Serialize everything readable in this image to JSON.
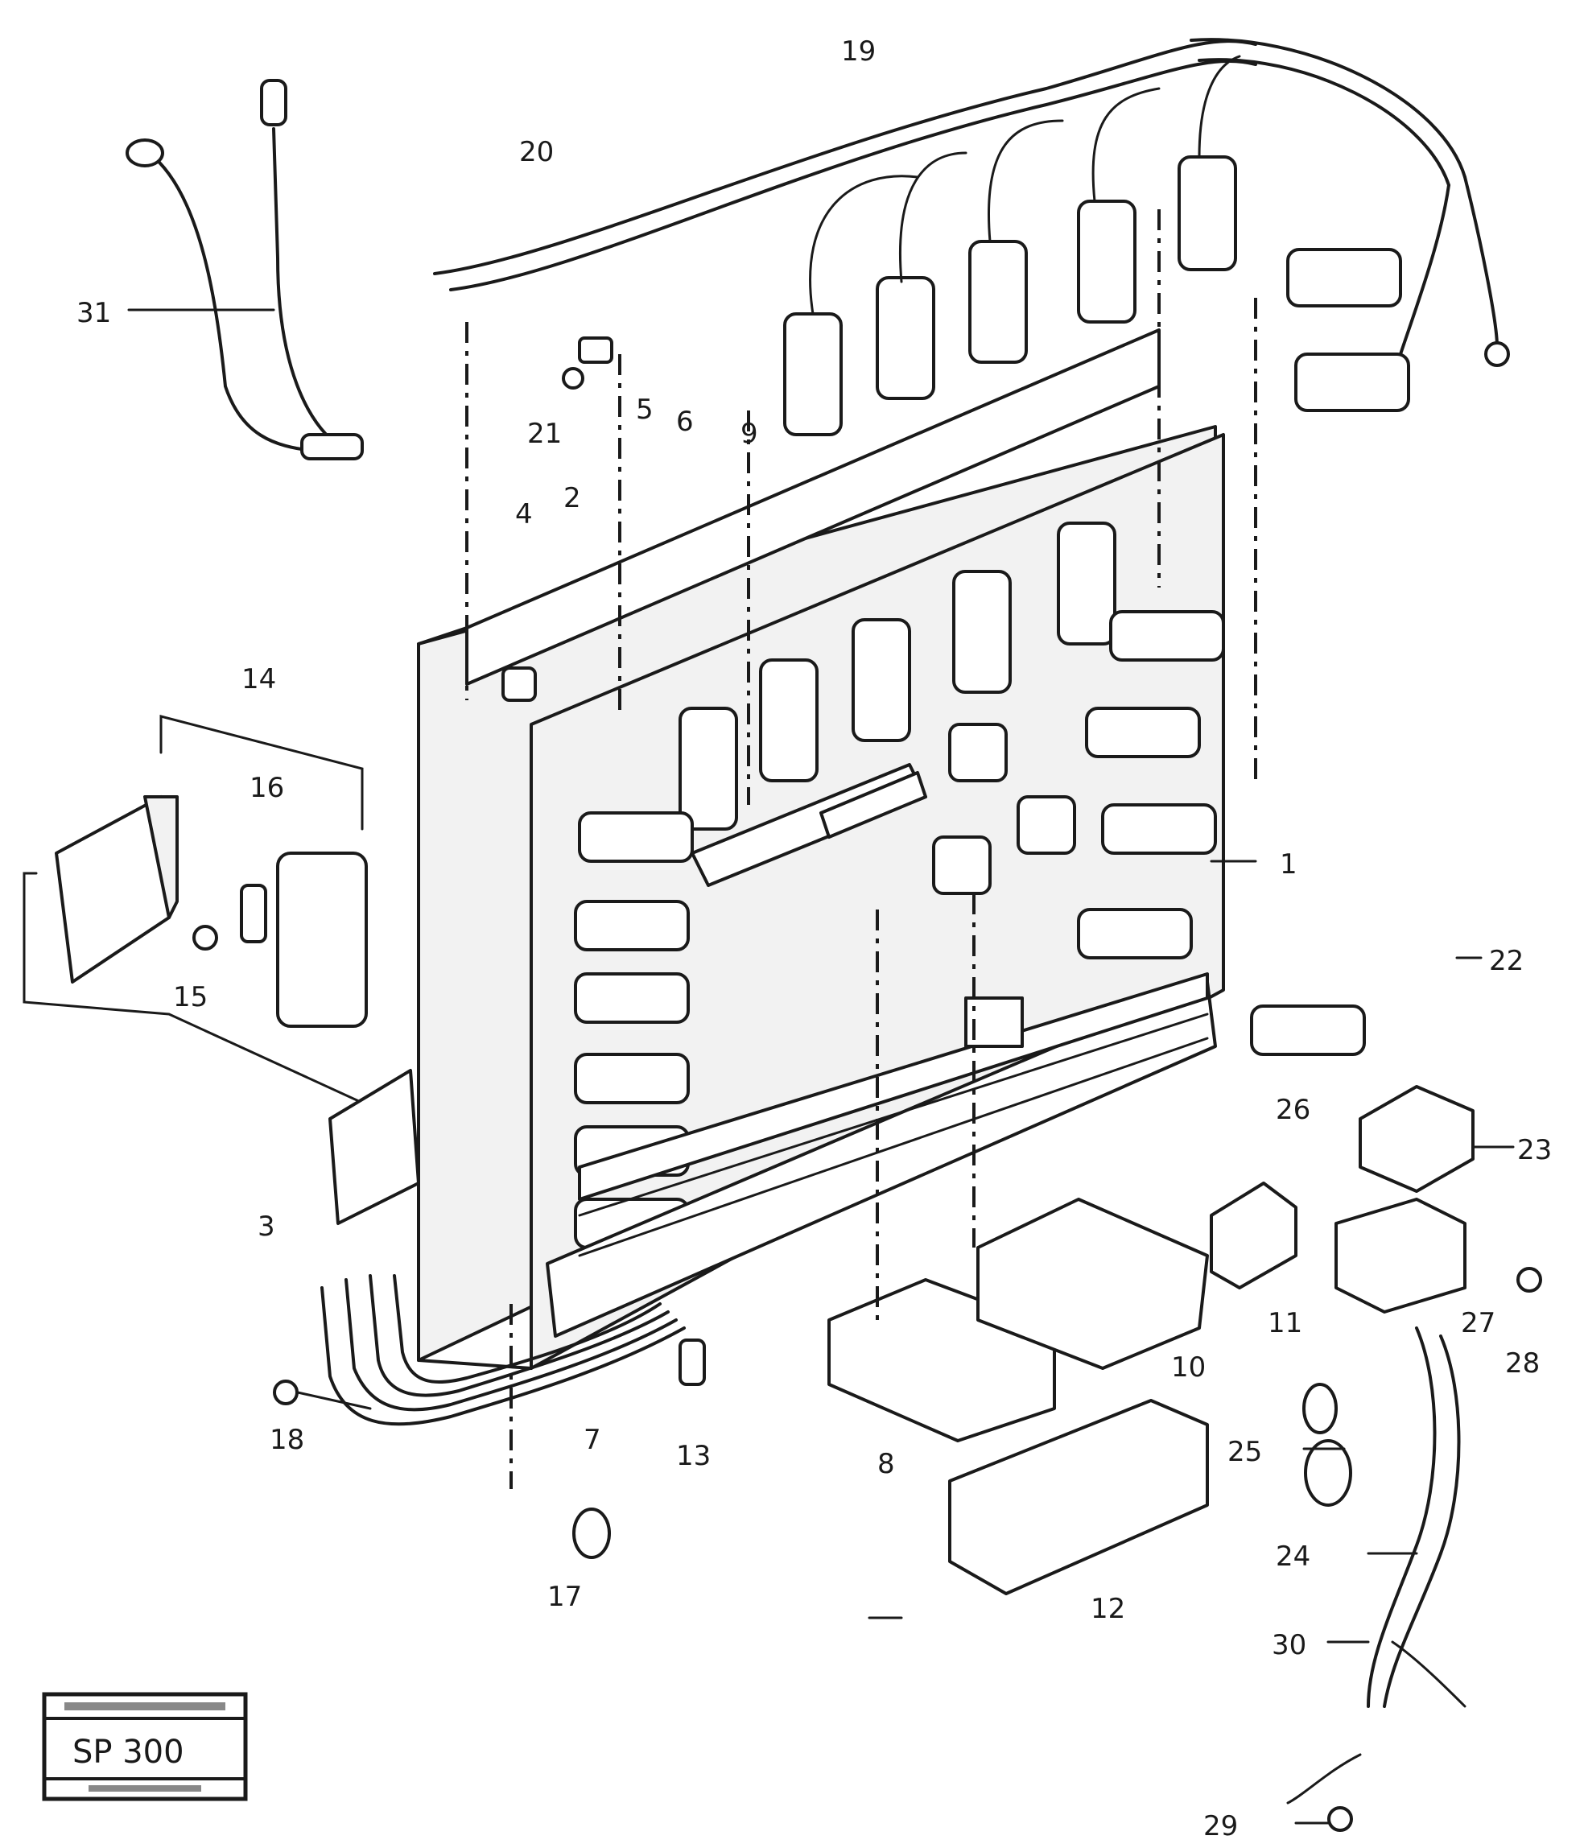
{
  "callouts": [
    "1",
    "2",
    "3",
    "4",
    "5",
    "6",
    "7",
    "8",
    "9",
    "10",
    "11",
    "12",
    "13",
    "14",
    "15",
    "16",
    "17",
    "18",
    "19",
    "20",
    "21",
    "22",
    "23",
    "24",
    "25",
    "26",
    "27",
    "28",
    "29",
    "30",
    "31"
  ],
  "stamp": {
    "code": "SP 300"
  }
}
